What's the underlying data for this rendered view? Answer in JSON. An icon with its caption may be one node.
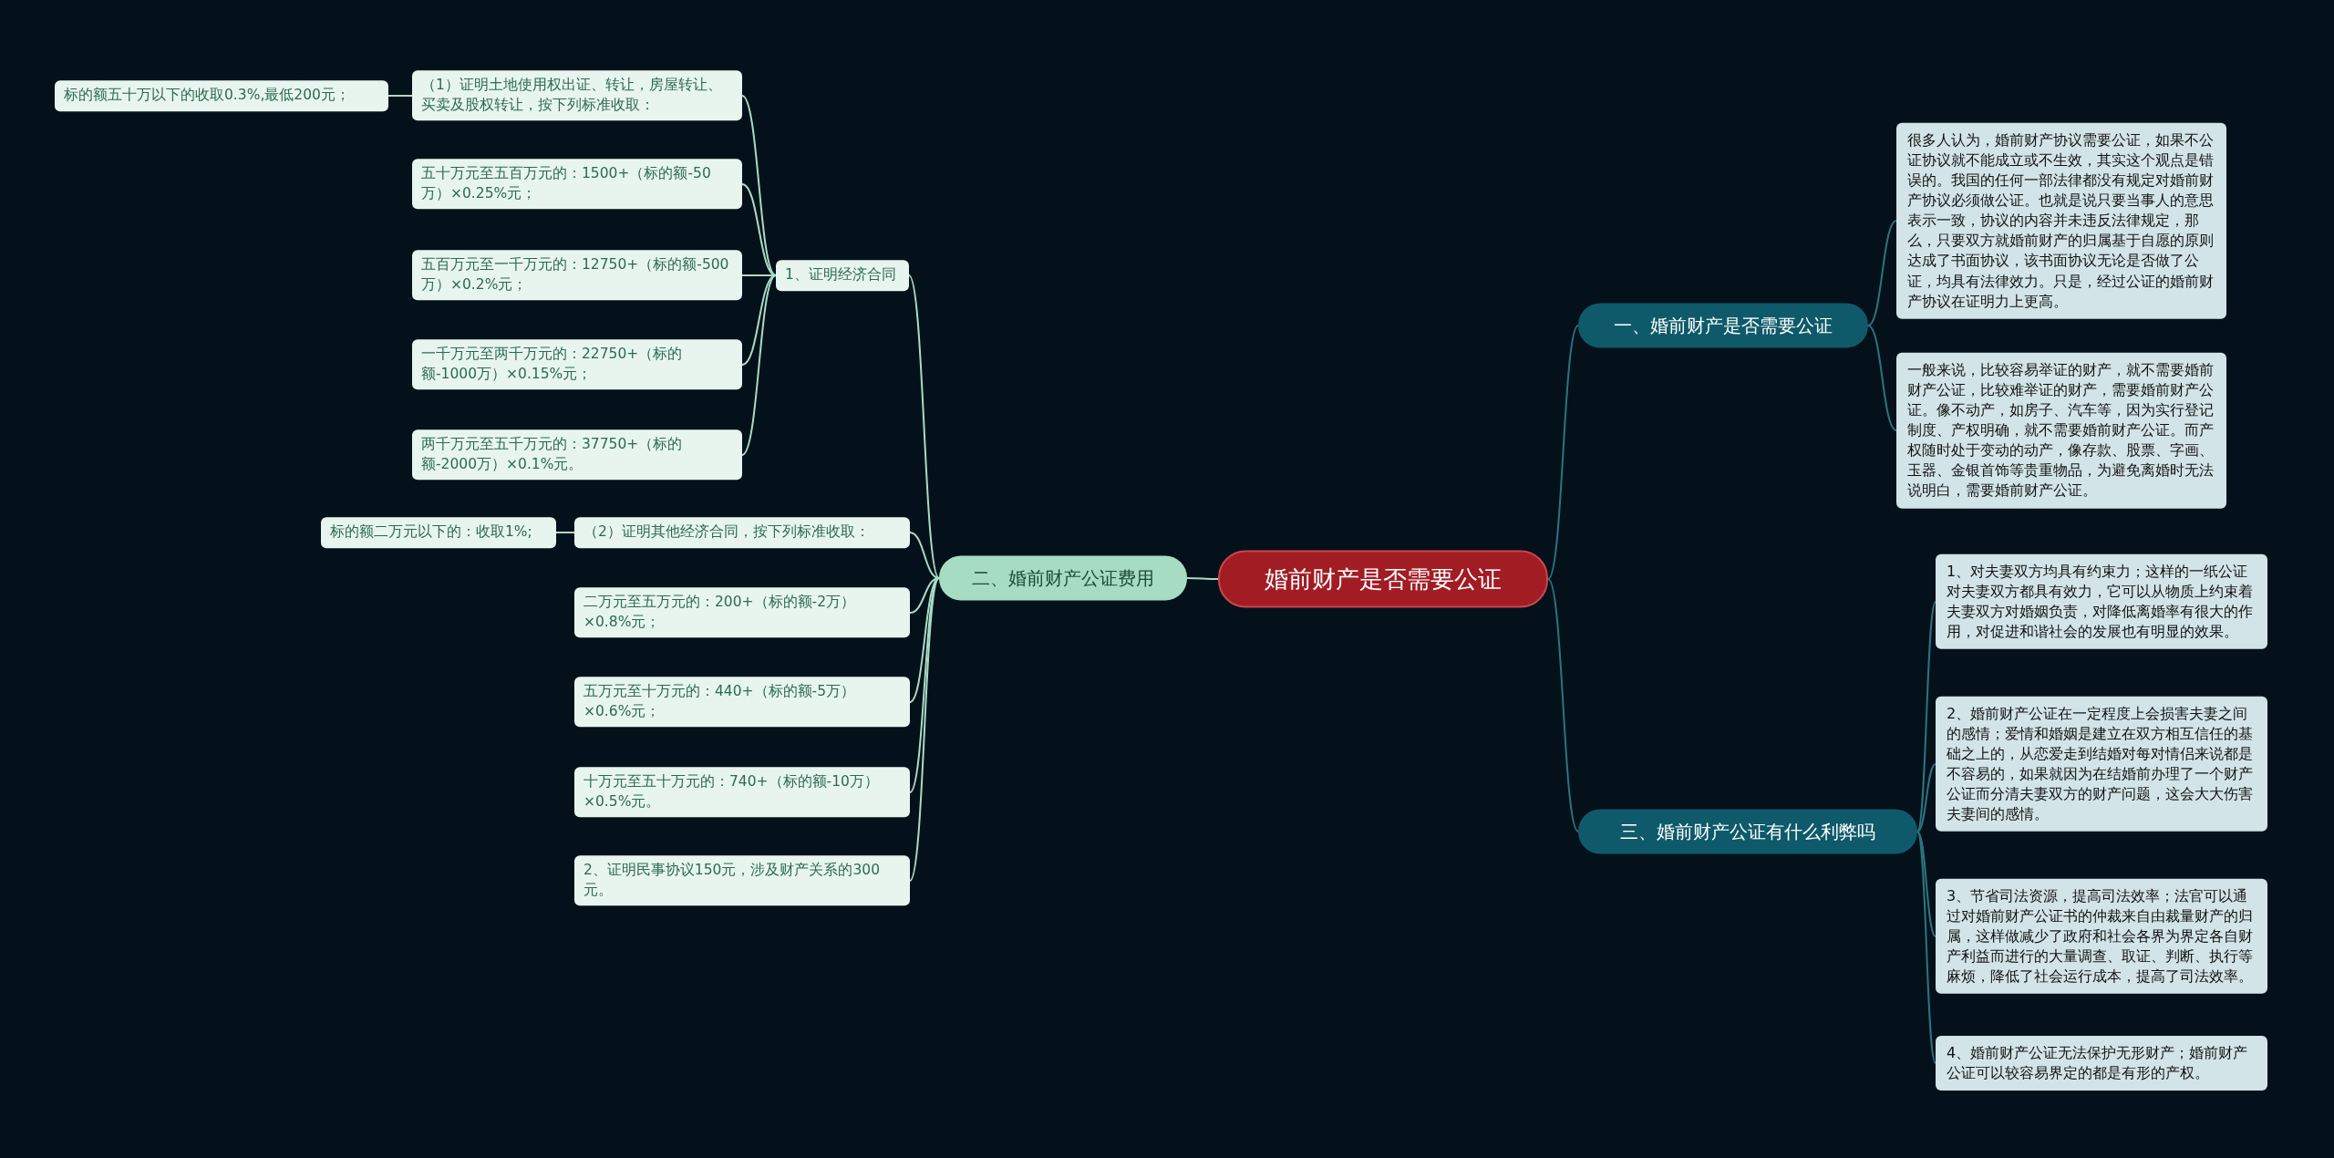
{
  "diagram": {
    "nodes": [
      {
        "text": [
          "婚前财产是否需要公证"
        ]
      },
      {
        "text": [
          "一、婚前财产是否需要公证"
        ]
      },
      {
        "text": [
          "很多人认为，婚前财产协议需要公证，如果不公证协议就不能成立或不生效，其实这个观点是错误的。我国的任何一部法律都没有规定对婚前财产协议必须做公证。也就是说只要当事人的意思表示一致，协议的内容并未违反法律规定，那么，只要双方就婚前财产的归属基于自愿的原则达成了书面协议，该书面协议无论是否做了公证，均具有法律效力。只是，经过公证的婚前财产协议在证明力上更高。"
        ]
      },
      {
        "text": [
          "一般来说，比较容易举证的财产，就不需要婚前财产公证，比较难举证的财产，需要婚前财产公证。像不动产，如房子、汽车等，因为实行登记制度、产权明确，就不需要婚前财产公证。而产权随时处于变动的动产，像存款、股票、字画、玉器、金银首饰等贵重物品，为避免离婚时无法说明白，需要婚前财产公证。"
        ]
      },
      {
        "text": [
          "三、婚前财产公证有什么利弊吗"
        ]
      },
      {
        "text": [
          "1、对夫妻双方均具有约束力；这样的一纸公证对夫妻双方都具有效力，它可以从物质上约束着夫妻双方对婚姻负责，对降低离婚率有很大的作用，对促进和谐社会的发展也有明显的效果。"
        ]
      },
      {
        "text": [
          "2、婚前财产公证在一定程度上会损害夫妻之间的感情；爱情和婚姻是建立在双方相互信任的基础之上的，从恋爱走到结婚对每对情侣来说都是不容易的，如果就因为在结婚前办理了一个财产公证而分清夫妻双方的财产问题，这会大大伤害夫妻间的感情。"
        ]
      },
      {
        "text": [
          "3、节省司法资源，提高司法效率；法官可以通过对婚前财产公证书的仲裁来自由裁量财产的归属，这样做减少了政府和社会各界为界定各自财产利益而进行的大量调查、取证、判断、执行等麻烦，降低了社会运行成本，提高了司法效率。"
        ]
      },
      {
        "text": [
          "4、婚前财产公证无法保护无形财产；婚前财产公证可以较容易界定的都是有形的产权。"
        ]
      },
      {
        "text": [
          "二、婚前财产公证费用"
        ]
      },
      {
        "text": [
          "1、证明经济合同"
        ]
      },
      {
        "text": [
          "（1）证明土地使用权出证、转让，房屋转让、买卖及股权转让，按下列标准收取："
        ]
      },
      {
        "text": [
          "标的额五十万以下的收取0.3%,最低200元；"
        ]
      },
      {
        "text": [
          "五十万元至五百万元的：1500+（标的额-50万）×0.25%元；"
        ]
      },
      {
        "text": [
          "五百万元至一千万元的：12750+（标的额-500万）×0.2%元；"
        ]
      },
      {
        "text": [
          "一千万元至两千万元的：22750+（标的额-1000万）×0.15%元；"
        ]
      },
      {
        "text": [
          "两千万元至五千万元的：37750+（标的额-2000万）×0.1%元。"
        ]
      },
      {
        "text": [
          "（2）证明其他经济合同，按下列标准收取："
        ]
      },
      {
        "text": [
          "标的额二万元以下的：收取1%;"
        ]
      },
      {
        "text": [
          "二万元至五万元的：200+（标的额-2万）×0.8%元；"
        ]
      },
      {
        "text": [
          "五万元至十万元的：440+（标的额-5万）×0.6%元；"
        ]
      },
      {
        "text": [
          "十万元至五十万元的：740+（标的额-10万）×0.5%元。"
        ]
      },
      {
        "text": [
          "2、证明民事协议150元，涉及财产关系的300元。"
        ]
      }
    ],
    "edges": [
      {
        "from": 0,
        "to": 1,
        "arrow": "none",
        "color": "#2b7480"
      },
      {
        "from": 1,
        "to": 2,
        "arrow": "none",
        "color": "#2b7480"
      },
      {
        "from": 1,
        "to": 3,
        "arrow": "none",
        "color": "#2b7480"
      },
      {
        "from": 0,
        "to": 4,
        "arrow": "none",
        "color": "#2b7480"
      },
      {
        "from": 4,
        "to": 5,
        "arrow": "none",
        "color": "#2b7480"
      },
      {
        "from": 4,
        "to": 6,
        "arrow": "none",
        "color": "#2b7480"
      },
      {
        "from": 4,
        "to": 7,
        "arrow": "none",
        "color": "#2b7480"
      },
      {
        "from": 4,
        "to": 8,
        "arrow": "none",
        "color": "#2b7480"
      },
      {
        "from": 0,
        "to": 9,
        "arrow": "none"
      },
      {
        "from": 9,
        "to": 10,
        "arrow": "none"
      },
      {
        "from": 10,
        "to": 11,
        "arrow": "none"
      },
      {
        "from": 11,
        "to": 12,
        "arrow": "none"
      },
      {
        "from": 10,
        "to": 13,
        "arrow": "none"
      },
      {
        "from": 10,
        "to": 14,
        "arrow": "none"
      },
      {
        "from": 10,
        "to": 15,
        "arrow": "none"
      },
      {
        "from": 10,
        "to": 16,
        "arrow": "none"
      },
      {
        "from": 9,
        "to": 17,
        "arrow": "none"
      },
      {
        "from": 17,
        "to": 18,
        "arrow": "none"
      },
      {
        "from": 9,
        "to": 19,
        "arrow": "none"
      },
      {
        "from": 9,
        "to": 20,
        "arrow": "none"
      },
      {
        "from": 9,
        "to": 21,
        "arrow": "none"
      },
      {
        "from": 9,
        "to": 22,
        "arrow": "none"
      }
    ]
  }
}
